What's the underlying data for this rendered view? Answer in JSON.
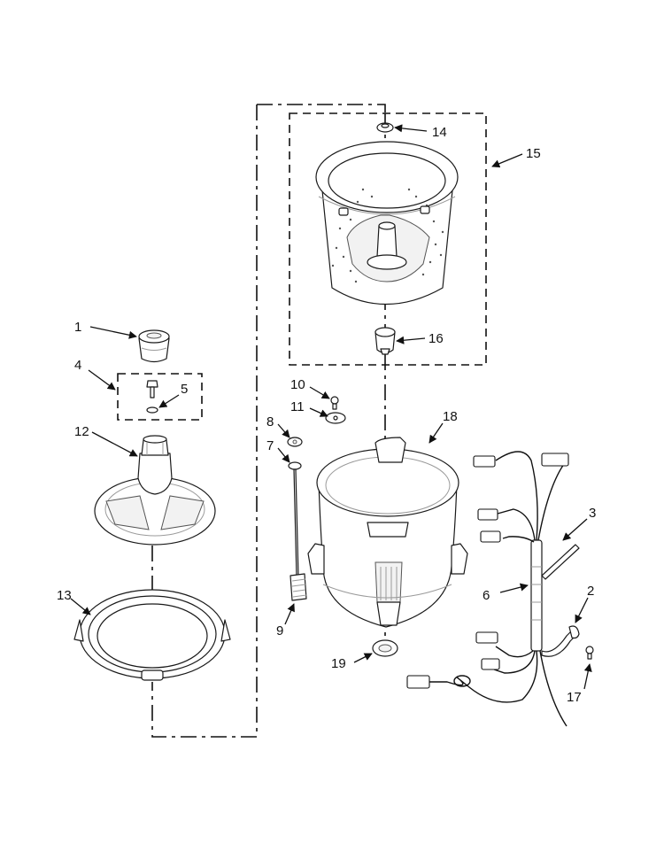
{
  "diagram": {
    "callouts": {
      "c1": "1",
      "c2": "2",
      "c3": "3",
      "c4": "4",
      "c5": "5",
      "c6": "6",
      "c7": "7",
      "c8": "8",
      "c9": "9",
      "c10": "10",
      "c11": "11",
      "c12": "12",
      "c13": "13",
      "c14": "14",
      "c15": "15",
      "c16": "16",
      "c17": "17",
      "c18": "18",
      "c19": "19"
    }
  },
  "colors": {
    "line": "#111111",
    "background": "#ffffff"
  }
}
